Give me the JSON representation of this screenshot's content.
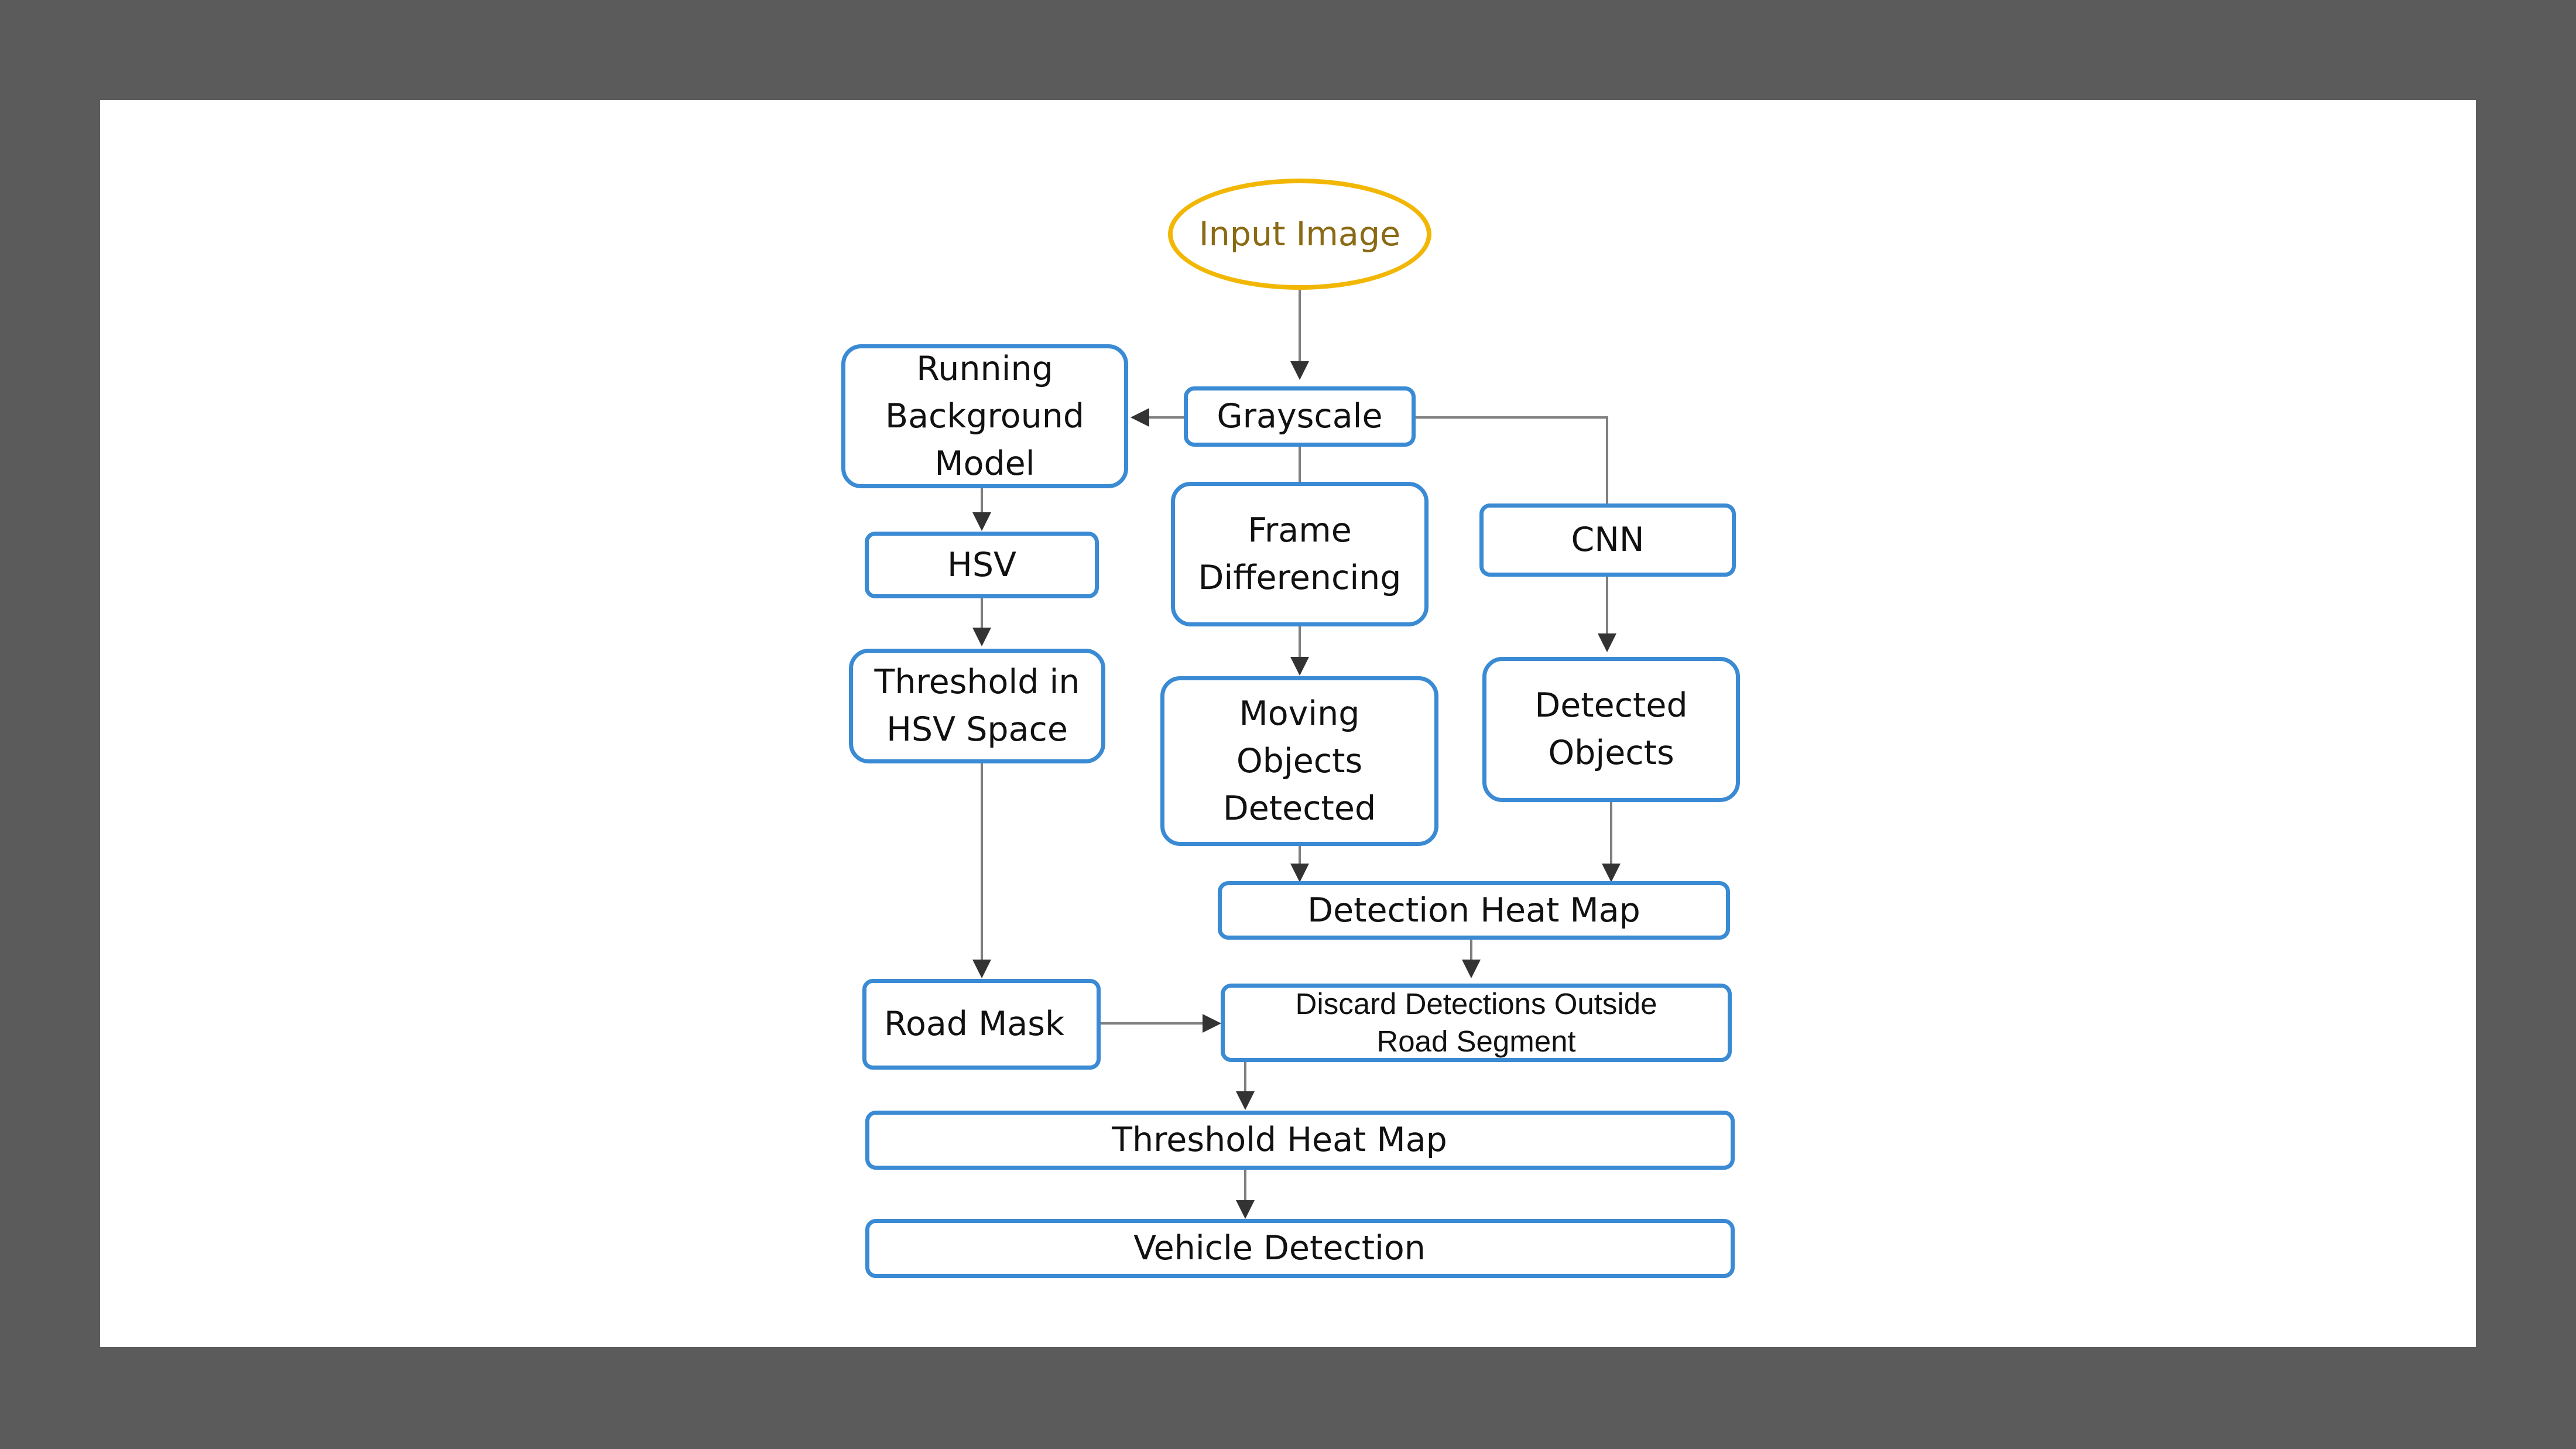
{
  "diagram": {
    "nodes": {
      "input_image": "Input Image",
      "grayscale": "Grayscale",
      "running_background_model": "Running\nBackground\nModel",
      "hsv": "HSV",
      "threshold_hsv": "Threshold in\nHSV Space",
      "frame_differencing": "Frame\nDifferencing",
      "moving_objects": "Moving\nObjects\nDetected",
      "cnn": "CNN",
      "detected_objects": "Detected\nObjects",
      "detection_heat_map": "Detection Heat Map",
      "road_mask": "Road Mask",
      "discard_detections": "Discard Detections Outside\nRoad Segment",
      "threshold_heat_map": "Threshold Heat Map",
      "vehicle_detection": "Vehicle Detection"
    },
    "edges": [
      {
        "from": "input_image",
        "to": "grayscale"
      },
      {
        "from": "grayscale",
        "to": "running_background_model"
      },
      {
        "from": "grayscale",
        "to": "frame_differencing"
      },
      {
        "from": "grayscale",
        "to": "cnn"
      },
      {
        "from": "running_background_model",
        "to": "hsv"
      },
      {
        "from": "hsv",
        "to": "threshold_hsv"
      },
      {
        "from": "threshold_hsv",
        "to": "road_mask"
      },
      {
        "from": "frame_differencing",
        "to": "moving_objects"
      },
      {
        "from": "cnn",
        "to": "detected_objects"
      },
      {
        "from": "moving_objects",
        "to": "detection_heat_map"
      },
      {
        "from": "detected_objects",
        "to": "detection_heat_map"
      },
      {
        "from": "detection_heat_map",
        "to": "discard_detections"
      },
      {
        "from": "road_mask",
        "to": "discard_detections"
      },
      {
        "from": "discard_detections",
        "to": "threshold_heat_map"
      },
      {
        "from": "threshold_heat_map",
        "to": "vehicle_detection"
      }
    ],
    "colors": {
      "box_border": "#3a8ad4",
      "start_border": "#f2b705",
      "start_text": "#8a6a14",
      "connector": "#7f7f7f",
      "background": "#5b5b5b",
      "slide": "#ffffff"
    }
  }
}
